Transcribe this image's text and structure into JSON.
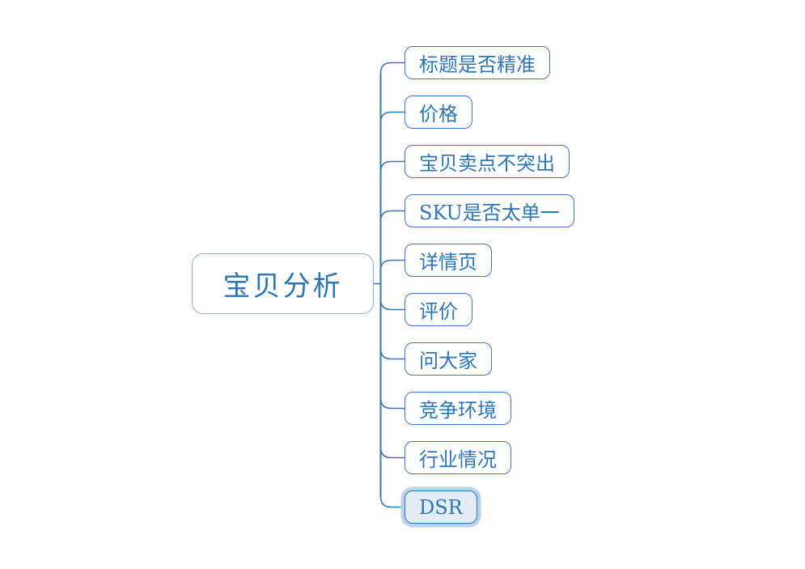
{
  "mindmap": {
    "root": {
      "label": "宝贝分析"
    },
    "children": [
      {
        "label": "标题是否精准",
        "selected": false
      },
      {
        "label": "价格",
        "selected": false
      },
      {
        "label": "宝贝卖点不突出",
        "selected": false
      },
      {
        "label": "SKU是否太单一",
        "selected": false
      },
      {
        "label": "详情页",
        "selected": false
      },
      {
        "label": "评价",
        "selected": false
      },
      {
        "label": "问大家",
        "selected": false
      },
      {
        "label": "竞争环境",
        "selected": false
      },
      {
        "label": "行业情况",
        "selected": false
      },
      {
        "label": "DSR",
        "selected": true
      }
    ],
    "colors": {
      "connector": "#3a74b8",
      "root_border": "#8faadc",
      "child_border": "#4472c4",
      "text": "#2e75b6",
      "selected_fill": "#e1ecf6",
      "selected_border": "#2e75b6",
      "selected_glow": "#bad3ea",
      "canvas_bg": "#ffffff"
    }
  }
}
